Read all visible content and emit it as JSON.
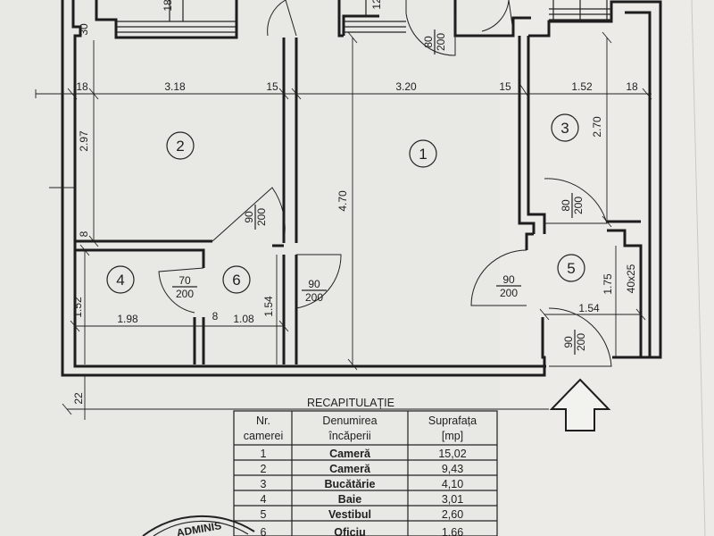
{
  "plan": {
    "room_numbers": [
      "1",
      "2",
      "3",
      "4",
      "5",
      "6"
    ],
    "dimensions": {
      "d_18_left": "18",
      "d_318": "3.18",
      "d_15_a": "15",
      "d_320": "3.20",
      "d_15_b": "15",
      "d_152_top": "1.52",
      "d_18_right": "18",
      "d_297": "2.97",
      "d_8_left": "8",
      "d_470": "4.70",
      "d_270": "2.70",
      "d_152_left": "1.52",
      "d_198": "1.98",
      "d_8_mid": "8",
      "d_108": "1.08",
      "d_154_v": "1.54",
      "d_175": "1.75",
      "d_154_h": "1.54",
      "d_22": "22",
      "d_30": "30",
      "d_18_top": "18",
      "d_12": "12",
      "d_40x25": "40x25"
    },
    "doors": {
      "top_center": {
        "w": "80",
        "h": "200"
      },
      "room2": {
        "w": "90",
        "h": "200"
      },
      "room4": {
        "w": "70",
        "h": "200"
      },
      "hall": {
        "w": "90",
        "h": "200"
      },
      "kitchen": {
        "w": "80",
        "h": "200"
      },
      "vest": {
        "w": "90",
        "h": "200"
      },
      "entry": {
        "w": "90",
        "h": "200"
      }
    }
  },
  "table": {
    "title": "RECAPITULAȚIE",
    "headers": [
      [
        "Nr.",
        "camerei"
      ],
      [
        "Denumirea",
        "încăperii"
      ],
      [
        "Suprafața",
        "[mp]"
      ]
    ],
    "rows": [
      {
        "nr": "1",
        "name": "Cameră",
        "area": "15,02"
      },
      {
        "nr": "2",
        "name": "Cameră",
        "area": "9,43"
      },
      {
        "nr": "3",
        "name": "Bucătărie",
        "area": "4,10"
      },
      {
        "nr": "4",
        "name": "Baie",
        "area": "3,01"
      },
      {
        "nr": "5",
        "name": "Vestibul",
        "area": "2,60"
      },
      {
        "nr": "6",
        "name": "Oficiu",
        "area": "1,66"
      }
    ]
  },
  "stamp": {
    "text": "ADMINIS"
  }
}
